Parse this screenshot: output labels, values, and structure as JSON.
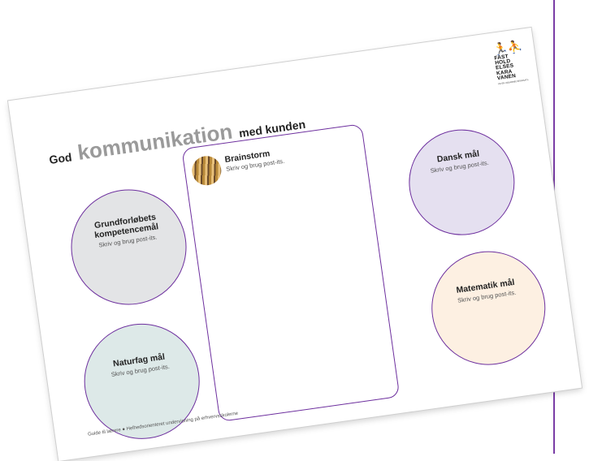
{
  "logo": {
    "lines": [
      "FAST",
      "HOLD",
      "ELSES",
      "KARA",
      "VANEN"
    ],
    "tagline": "VIA EN UDDANNELSESINSATS"
  },
  "title": {
    "pre": "God",
    "big": "kommunikation",
    "post": "med kunden"
  },
  "circles": {
    "grund": {
      "title_line1": "Grundforløbets",
      "title_line2": "kompetencemål",
      "subtitle": "Skriv og brug post-its."
    },
    "natur": {
      "title": "Naturfag mål",
      "subtitle": "Skriv og brug post-its."
    },
    "dansk": {
      "title": "Dansk mål",
      "subtitle": "Skriv og brug post-its."
    },
    "mat": {
      "title": "Matematik mål",
      "subtitle": "Skriv og brug post-its."
    }
  },
  "brainstorm": {
    "title": "Brainstorm",
    "subtitle": "Skriv og brug post-its."
  },
  "footer": {
    "left": "Guide til lærere",
    "bullet": "●",
    "right": "Helhedsorienteret undervisning på erhvervsskolerne"
  },
  "colors": {
    "accent": "#6d2f9e",
    "grund_fill": "#e3e4e6",
    "natur_fill": "#dde9e8",
    "dansk_fill": "#e5e0f0",
    "mat_fill": "#fdf0e2"
  }
}
